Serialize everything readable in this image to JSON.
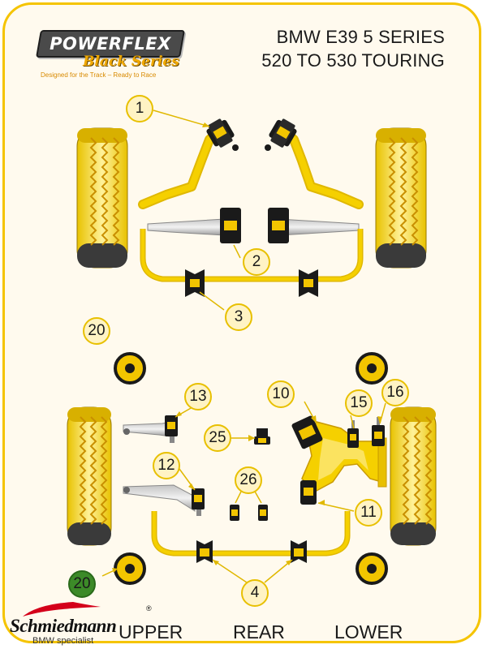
{
  "header": {
    "logo_text": "POWERFLEX",
    "logo_series": "Black Series",
    "logo_tagline": "Designed for the Track – Ready to Race",
    "title_line1": "BMW E39 5 SERIES",
    "title_line2": "520 TO 530 TOURING"
  },
  "callouts": [
    "1",
    "2",
    "3",
    "20",
    "13",
    "10",
    "15",
    "16",
    "25",
    "12",
    "26",
    "11",
    "4",
    "20"
  ],
  "footer": {
    "upper_label": "UPPER",
    "rear_label": "REAR",
    "lower_label": "LOWER",
    "brand_name": "Schmiedmann",
    "brand_sub": "BMW specialist",
    "brand_reg": "®"
  },
  "colors": {
    "frame": "#f5c400",
    "background": "#fffaee",
    "arm_yellow": "#f5d000",
    "bush_yellow": "#f2c500",
    "bush_black": "#1a1a1a",
    "tyre_dark": "#555555",
    "callout_fill": "#fff3c4",
    "callout_green": "#3c8a28",
    "brand_red": "#d4001a"
  }
}
